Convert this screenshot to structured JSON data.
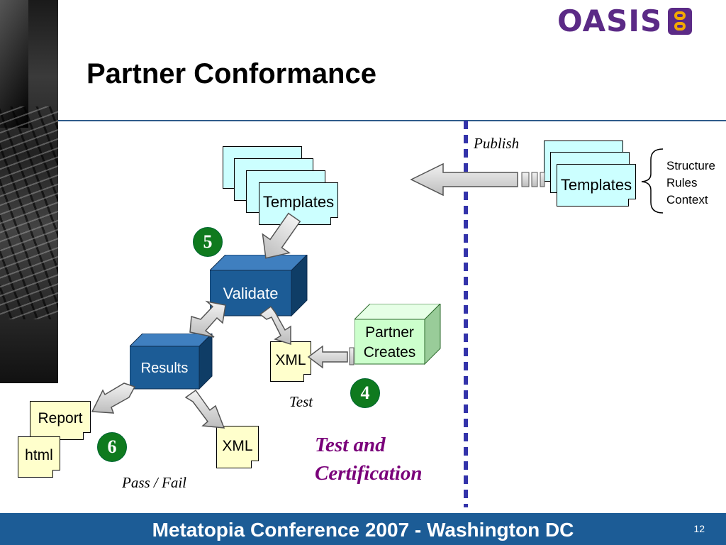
{
  "header": {
    "logo_text": "OASIS",
    "logo_icon": "oasis-logo-icon",
    "title": "Partner Conformance"
  },
  "diagram": {
    "publish_label": "Publish",
    "templates_left_label": "Templates",
    "templates_right_label": "Templates",
    "side_items": [
      "Structure",
      "Rules",
      "Context"
    ],
    "validate_label": "Validate",
    "results_label": "Results",
    "partner_creates_line1": "Partner",
    "partner_creates_line2": "Creates",
    "xml_input_label": "XML",
    "xml_output_label": "XML",
    "report_label": "Report",
    "html_label": "html",
    "badges": [
      "5",
      "4",
      "6"
    ],
    "test_label": "Test",
    "pass_fail_label": "Pass / Fail",
    "test_cert_line1": "Test and",
    "test_cert_line2": "Certification"
  },
  "colors": {
    "box_blue": "#1c5c96",
    "doc_cyan": "#ccffff",
    "doc_yellow": "#ffffcc",
    "partner_green": "#ccffcc",
    "badge_green": "#0f7a1e",
    "emphasis_purple": "#7a007a",
    "logo_purple": "#5b2a86"
  },
  "footer": {
    "text": "Metatopia Conference 2007 - Washington DC",
    "page_number": "12"
  }
}
